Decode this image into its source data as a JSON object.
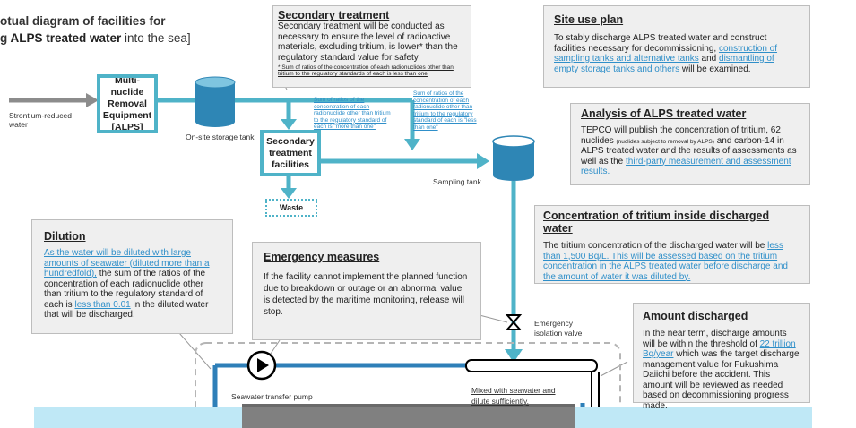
{
  "title": {
    "line1": "otual diagram of facilities for",
    "line2_pre": "g ",
    "line2_bold": "ALPS treated water",
    "line2_post": " into the sea]"
  },
  "labels": {
    "strontium": "Strontium-reduced water",
    "alps_box": "Multi-nuclide Removal Equipment [ALPS]",
    "storage_tank": "On-site storage tank",
    "secondary_facilities": "Secondary treatment facilities",
    "waste": "Waste",
    "sampling_tank": "Sampling tank",
    "note_more": "Sum of ratios of the concentration of each radionuclide other than tritium to the regulatory standard of each is \"more than one\"",
    "note_less": "Sum of ratios of the concentration of each radionuclide other than tritium to the regulatory standard of each is \"less than one\"",
    "emergency_valve": "Emergency isolation valve",
    "seawater_pump": "Seawater transfer pump",
    "mixed": "Mixed with seawater and dilute sufficiently."
  },
  "secondary": {
    "title": "Secondary treatment",
    "body": "Secondary treatment will be conducted as necessary to ensure the level of radioactive materials, excluding tritium, is lower* than the regulatory standard value for safety",
    "note": "* Sum of ratios of the concentration of each radionuclides other than tritium to the regulatory standards of each is less than one"
  },
  "site_use": {
    "title": "Site use plan",
    "body1": "To stably discharge ALPS treated water and construct facilities necessary for decommissioning, ",
    "link1": "construction of sampling tanks and alternative tanks",
    "body2": " and ",
    "link2": "dismantling of empty storage tanks and others",
    "body3": " will be examined."
  },
  "analysis": {
    "title": "Analysis of ALPS treated water",
    "body1": "TEPCO will publish the concentration of tritium, 62 nuclides ",
    "small": "(nuclides subject to removal by ALPS)",
    "body2": " and carbon-14 in ALPS treated water and the results of assessments as well as the ",
    "link": "third-party measurement and assessment results."
  },
  "tritium": {
    "title": "Concentration of tritium inside discharged water",
    "body1": "The tritium concentration of the discharged water will be ",
    "link1": "less than 1,500 Bq/L. This will be assessed based on the tritium concentration in the ALPS treated water before discharge and the amount of water it was diluted by."
  },
  "dilution": {
    "title": "Dilution",
    "link1": "As the water will be diluted with large amounts of seawater (diluted more than a hundredfold),",
    "body1": " the sum of the ratios of the concentration of each radionuclide other than tritium to the regulatory standard of each is ",
    "link2": "less than 0.01",
    "body2": " in the diluted water that will be discharged."
  },
  "emergency": {
    "title": "Emergency measures",
    "body": "If the facility cannot implement the planned function due to breakdown or outage or an abnormal value is detected by the maritime monitoring, release will stop."
  },
  "amount": {
    "title": "Amount discharged",
    "body1": "In the near term, discharge amounts will be within the threshold of ",
    "link": "22 trillion Bq/year",
    "body2": " which was the target discharge management value for Fukushima Daiichi before the accident. This amount will be reviewed as needed based on decommissioning progress made."
  },
  "colors": {
    "pipe": "#4fb3c8",
    "pipe_dark": "#2e7fb8",
    "tank": "#2e86b5",
    "box_bg": "#efefef",
    "link": "#2f8fc9",
    "sea": "#bfe8f6"
  }
}
